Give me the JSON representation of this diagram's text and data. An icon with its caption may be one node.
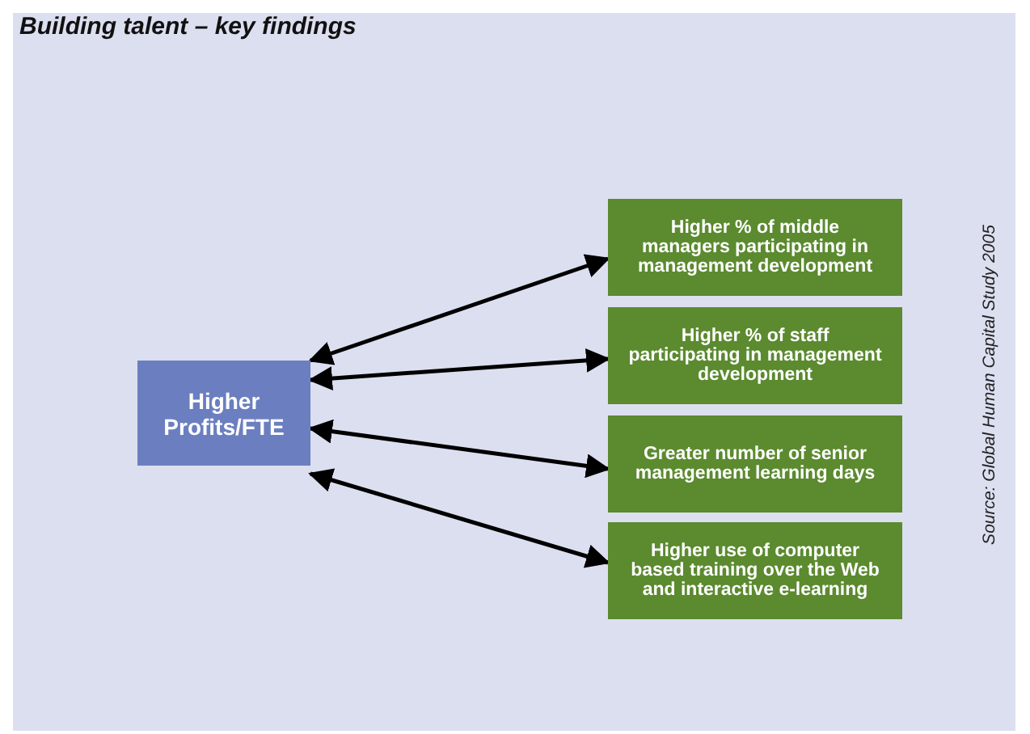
{
  "diagram": {
    "title": "Building talent – key findings",
    "nodes": [
      {
        "text": [
          "Higher Profits/FTE"
        ]
      },
      {
        "text": [
          "Higher % of middle managers participating in management development"
        ]
      },
      {
        "text": [
          "Higher % of staff participating in management development"
        ]
      },
      {
        "text": [
          "Greater number of senior management learning days"
        ]
      },
      {
        "text": [
          "Higher use of computer based training over the Web and interactive e-learning"
        ]
      }
    ],
    "edges": [
      {
        "from": 0,
        "to": 1,
        "arrow": "both"
      },
      {
        "from": 0,
        "to": 2,
        "arrow": "both"
      },
      {
        "from": 0,
        "to": 3,
        "arrow": "both"
      },
      {
        "from": 0,
        "to": 4,
        "arrow": "both"
      }
    ],
    "labels": [
      "Source: Global Human Capital Study 2005"
    ]
  }
}
